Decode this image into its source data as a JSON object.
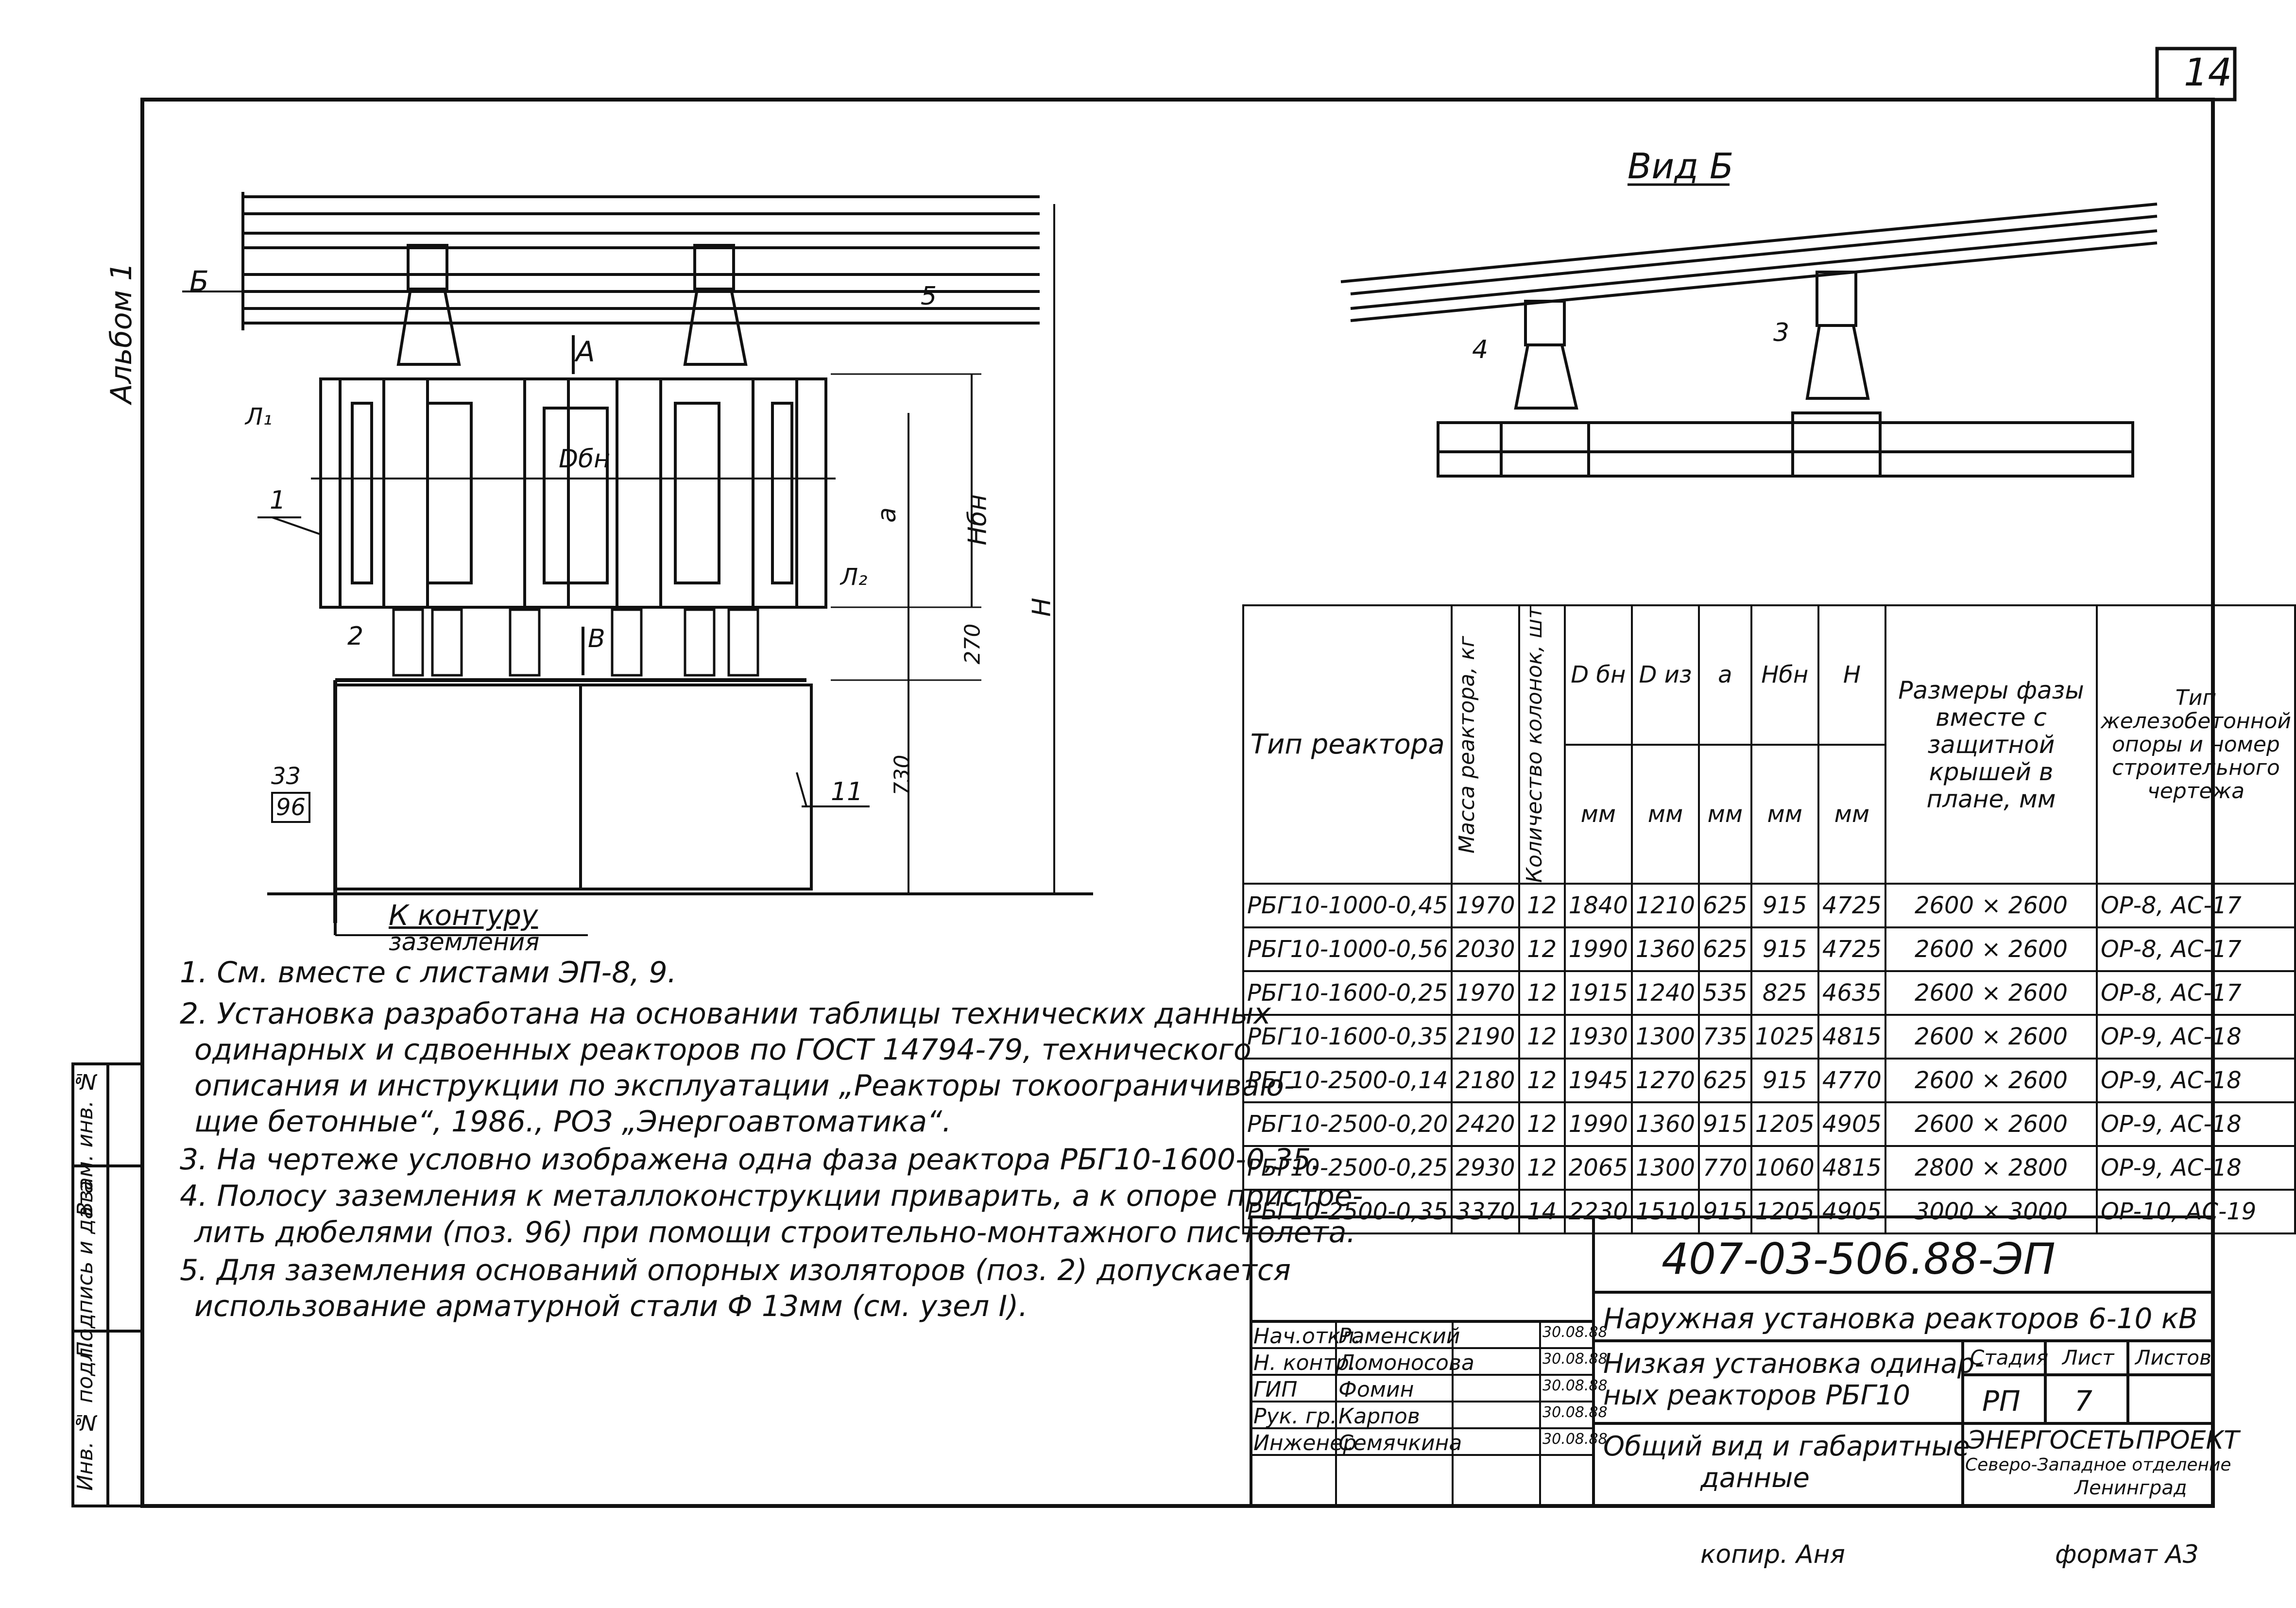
{
  "sheet": {
    "page_number": "14",
    "album": "Альбом 1",
    "view_title": "Вид Б",
    "copy_note": "копир. Аня",
    "format": "формат А3"
  },
  "drawing_labels": {
    "b": "Б",
    "a_arrow": "А",
    "v_arrow": "В",
    "l1": "Л₁",
    "l2": "Л₂",
    "d_bn": "Dбн",
    "a": "а",
    "h_bn": "Нбн",
    "h": "Н",
    "dim_270": "270",
    "dim_730": "730",
    "pos_1": "1",
    "pos_2": "2",
    "pos_3": "3",
    "pos_4": "4",
    "pos_5": "5",
    "pos_11": "11",
    "pos_33": "33",
    "pos_96": "96",
    "ground_1": "К контуру",
    "ground_2": "заземления"
  },
  "notes": [
    "1. См. вместе с листами ЭП-8, 9.",
    "2. Установка разработана на основании таблицы технических данных",
    "одинарных и сдвоенных реакторов по ГОСТ 14794-79, технического",
    "описания и инструкции по эксплуатации „Реакторы токоограничиваю-",
    "щие бетонные“, 1986., РОЗ „Энергоавтоматика“.",
    "3. На чертеже условно изображена одна фаза реактора РБГ10-1600-0,35.",
    "4. Полосу заземления к металлоконструкции приварить, а к опоре пристре-",
    "лить дюбелями (поз. 96) при помощи строительно-монтажного пистолета.",
    "5. Для заземления оснований опорных изоляторов (поз. 2) допускается",
    "использование арматурной стали Ф 13мм (см. узел I)."
  ],
  "table": {
    "header": {
      "type": "Тип реактора",
      "mass": "Масса реактора, кг",
      "count": "Количество колонок, шт",
      "d_bn": "D бн",
      "d_iz": "D из",
      "a": "а",
      "h_bn": "Нбн",
      "h": "Н",
      "unit_mm": "мм",
      "size": "Размеры фазы вместе с защитной крышей в плане, мм",
      "support": "Тип железобетонной опоры и номер строительного чертежа"
    },
    "rows": [
      [
        "РБГ10-1000-0,45",
        "1970",
        "12",
        "1840",
        "1210",
        "625",
        "915",
        "4725",
        "2600 × 2600",
        "ОР-8, АС-17"
      ],
      [
        "РБГ10-1000-0,56",
        "2030",
        "12",
        "1990",
        "1360",
        "625",
        "915",
        "4725",
        "2600 × 2600",
        "ОР-8, АС-17"
      ],
      [
        "РБГ10-1600-0,25",
        "1970",
        "12",
        "1915",
        "1240",
        "535",
        "825",
        "4635",
        "2600 × 2600",
        "ОР-8, АС-17"
      ],
      [
        "РБГ10-1600-0,35",
        "2190",
        "12",
        "1930",
        "1300",
        "735",
        "1025",
        "4815",
        "2600 × 2600",
        "ОР-9, АС-18"
      ],
      [
        "РБГ10-2500-0,14",
        "2180",
        "12",
        "1945",
        "1270",
        "625",
        "915",
        "4770",
        "2600 × 2600",
        "ОР-9, АС-18"
      ],
      [
        "РБГ10-2500-0,20",
        "2420",
        "12",
        "1990",
        "1360",
        "915",
        "1205",
        "4905",
        "2600 × 2600",
        "ОР-9, АС-18"
      ],
      [
        "РБГ10-2500-0,25",
        "2930",
        "12",
        "2065",
        "1300",
        "770",
        "1060",
        "4815",
        "2800 × 2800",
        "ОР-9, АС-18"
      ],
      [
        "РБГ10-2500-0,35",
        "3370",
        "14",
        "2230",
        "1510",
        "915",
        "1205",
        "4905",
        "3000 × 3000",
        "ОР-10, АС-19"
      ]
    ]
  },
  "title_block": {
    "code": "407-03-506.88-ЭП",
    "title_1": "Наружная установка реакторов 6-10 кВ",
    "title_2a": "Низкая установка одинар-",
    "title_2b": "ных реакторов РБГ10",
    "title_3a": "Общий вид и габаритные",
    "title_3b": "данные",
    "stage_label": "Стадия",
    "sheet_label": "Лист",
    "sheets_label": "Листов",
    "stage": "РП",
    "sheet": "7",
    "org_1": "ЭНЕРГОСЕТЬПРОЕКТ",
    "org_2": "Северо-Западное отделение",
    "org_3": "Ленинград",
    "staff": [
      {
        "role": "Нач.откл.",
        "name": "Раменский",
        "date": "30.08.88"
      },
      {
        "role": "Н. контр.",
        "name": "Ломоносова",
        "date": "30.08.88"
      },
      {
        "role": "ГИП",
        "name": "Фомин",
        "date": "30.08.88"
      },
      {
        "role": "Рук. гр.",
        "name": "Карпов",
        "date": "30.08.88"
      },
      {
        "role": "Инженер",
        "name": "Семячкина",
        "date": "30.08.88"
      }
    ]
  },
  "side_stamp": {
    "inv_orig": "Инв. № подл.",
    "sign_date": "Подпись и дата",
    "inv_repl": "Взам. инв. №"
  }
}
